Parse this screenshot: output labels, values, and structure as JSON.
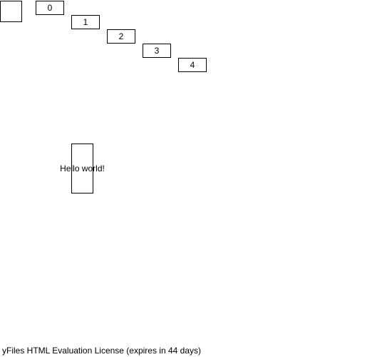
{
  "graph": {
    "nodes": [
      {
        "id": "blank",
        "label": ""
      },
      {
        "id": "0",
        "label": "0"
      },
      {
        "id": "1",
        "label": "1"
      },
      {
        "id": "2",
        "label": "2"
      },
      {
        "id": "3",
        "label": "3"
      },
      {
        "id": "4",
        "label": "4"
      },
      {
        "id": "hello",
        "label": "Hello world!"
      }
    ]
  },
  "footer": {
    "license_text": "yFiles HTML Evaluation License (expires in 44 days)"
  }
}
